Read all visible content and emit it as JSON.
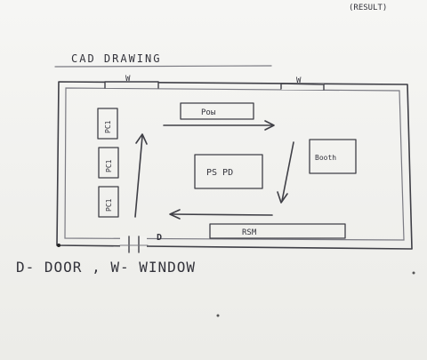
{
  "header": {
    "corner_text": "(RESULT)",
    "title": "CAD DRAWING"
  },
  "plan": {
    "windows": [
      {
        "label": "W"
      },
      {
        "label": "W"
      }
    ],
    "left_stations": [
      {
        "label": "PC1"
      },
      {
        "label": "PC1"
      },
      {
        "label": "PC1"
      }
    ],
    "top_station": {
      "label": "Poы"
    },
    "center_station": {
      "label": "PS PD"
    },
    "right_station": {
      "label": "Booth"
    },
    "bottom_station": {
      "label": "RSM"
    },
    "door": {
      "label": "D"
    }
  },
  "legend": {
    "text": "D- DOOR , W- WINDOW"
  },
  "colors": {
    "paper": "#f2f2ef",
    "pencil": "#3f3f46"
  }
}
